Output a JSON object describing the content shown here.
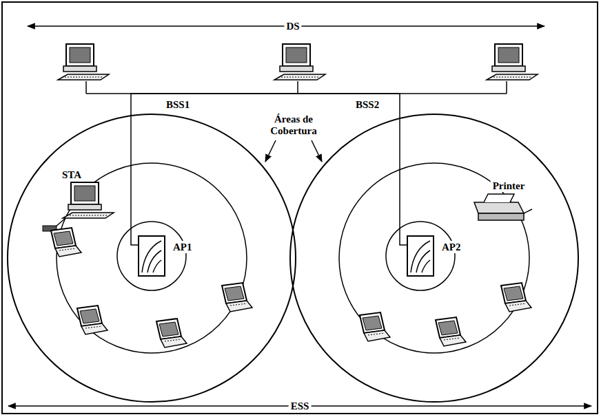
{
  "diagram": {
    "nodes": [
      {
        "text": [
          "BSS1"
        ]
      },
      {
        "text": [
          "AP1"
        ],
        "in": 0
      },
      {
        "text": [
          "BSS2"
        ]
      },
      {
        "text": [
          "AP2"
        ],
        "in": 2
      }
    ],
    "edges": [
      {
        "from": 1,
        "to": 3,
        "arrow": "none"
      }
    ],
    "labels": [
      "DS",
      "ESS",
      "Áreas de Cobertura",
      "STA",
      "Printer"
    ]
  }
}
